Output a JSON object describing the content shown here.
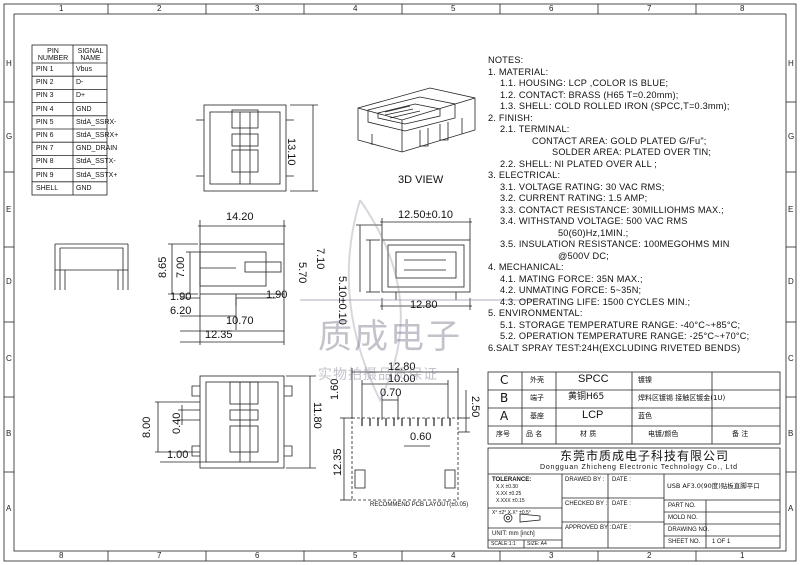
{
  "border": {
    "top_numbers": [
      "1",
      "2",
      "3",
      "4",
      "5",
      "6",
      "7",
      "8"
    ],
    "bottom_numbers": [
      "8",
      "7",
      "6",
      "5",
      "4",
      "3",
      "2",
      "1"
    ],
    "left_letters": [
      "H",
      "G",
      "E",
      "D",
      "C",
      "B",
      "A"
    ],
    "right_letters": [
      "H",
      "G",
      "E",
      "D",
      "C",
      "B",
      "A"
    ]
  },
  "pin_table": {
    "headers": [
      "PIN NUMBER",
      "SIGNAL NAME"
    ],
    "rows": [
      [
        "PIN 1",
        "Vbus"
      ],
      [
        "PIN 2",
        "D-"
      ],
      [
        "PIN 3",
        "D+"
      ],
      [
        "PIN 4",
        "GND"
      ],
      [
        "PIN 5",
        "StdA_SSRX-"
      ],
      [
        "PIN 6",
        "StdA_SSRX+"
      ],
      [
        "PIN 7",
        "GND_DRAIN"
      ],
      [
        "PIN 8",
        "StdA_SSTX-"
      ],
      [
        "PIN 9",
        "StdA_SSTX+"
      ],
      [
        "SHELL",
        "GND"
      ]
    ]
  },
  "labels": {
    "view_3d": "3D VIEW"
  },
  "notes": [
    "NOTES:",
    "1. MATERIAL:",
    "1.1. HOUSING: LCP ,COLOR IS BLUE;",
    "1.2. CONTACT: BRASS (H65 T=0.20mm);",
    "1.3. SHELL: COLD ROLLED IRON (SPCC,T=0.3mm);",
    "2. FINISH:",
    "2.1. TERMINAL:",
    "CONTACT AREA: GOLD PLATED G/Fu\";",
    "SOLDER AREA: PLATED OVER TIN;",
    "2.2. SHELL: NI PLATED OVER ALL ;",
    "3. ELECTRICAL:",
    "3.1. VOLTAGE RATING: 30 VAC RMS;",
    "3.2. CURRENT RATING: 1.5 AMP;",
    "3.3. CONTACT RESISTANCE: 30MILLIOHMS MAX.;",
    "3.4. WITHSTAND VOLTAGE: 500 VAC RMS",
    "50(60)Hz,1MIN.;",
    "3.5. INSULATION RESISTANCE: 100MEGOHMS MIN",
    "@500V DC;",
    "4. MECHANICAL:",
    "4.1. MATING FORCE: 35N MAX.;",
    "4.2. UNMATING FORCE: 5~35N;",
    "4.3. OPERATING LIFE: 1500 CYCLES MIN.;",
    "5. ENVIRONMENTAL:",
    "5.1. STORAGE TEMPERATURE RANGE: -40°C~+85°C;",
    "5.2. OPERATION TEMPERATURE RANGE: -25°C~+70°C;",
    "6.SALT SPRAY TEST:24H(EXCLUDING RIVETED BENDS)"
  ],
  "dimensions": {
    "front_height": "13.10",
    "side_width": "14.20",
    "side_h1": "8.65",
    "side_h2": "7.00",
    "side_190a": "1.90",
    "side_190b": "1.90",
    "side_620": "6.20",
    "side_1070": "10.70",
    "side_1235": "12.35",
    "front_width": "12.50±0.10",
    "front_570": "5.70",
    "front_710": "7.10",
    "front_510": "5.10±0.10",
    "front_1280": "12.80",
    "pcb_1280": "12.80",
    "pcb_1000": "10.00",
    "pcb_070": "0.70",
    "pcb_060": "0.60",
    "pcb_1235": "12.35",
    "pcb_250": "2.50",
    "pcb_160": "1.60",
    "top_800": "8.00",
    "top_040": "0.40",
    "top_100": "1.00",
    "top_1180": "11.80",
    "pcb_caption": "RECOMMEND PCB LAYOUT(±0.05)"
  },
  "bom": {
    "rows": [
      {
        "code": "C",
        "part": "外壳",
        "material": "SPCC",
        "finish": "镀镍"
      },
      {
        "code": "B",
        "part": "端子",
        "material": "黄铜H65",
        "finish": "焊料区镀锡  接触区镀金(1U)"
      },
      {
        "code": "A",
        "part": "基座",
        "material": "LCP",
        "finish": "蓝色"
      }
    ],
    "header": {
      "seq": "序号",
      "name": "品  名",
      "material": "材  质",
      "finish": "电镀/颜色",
      "remark": "备  注"
    }
  },
  "company": {
    "cn": "东莞市质成电子科技有限公司",
    "en": "Dongguan Zhicheng Electronic Technology Co., Ltd"
  },
  "title_block": {
    "tolerance_title": "TOLERANCE:",
    "tol_lines": [
      "X.X    ±0.30",
      "X.XX   ±0.25",
      "X.XXX  ±0.15"
    ],
    "angle_tol": "X°  ±2°     X.X°  ±0.5°",
    "unit": "UNIT:  mm  [inch]",
    "scale": "SCALE:1:1",
    "size": "SIZE: A4",
    "drawn_by": "DRAWED BY :",
    "checked_by": "CHECKED BY :",
    "approved_by": "APPROVED BY :",
    "date": "DATE :",
    "title_text": "USB AF3.0(90度)贴板直脚平口",
    "part_no": "PART NO.",
    "mold_no": "MOLD NO.",
    "drawing_no": "DRAWING NO.",
    "sheet_no": "SHEET NO.",
    "sheet_val": "1 OF 1"
  },
  "watermark": {
    "cn": "质成电子",
    "sub": "实物拍摄品质保证"
  }
}
